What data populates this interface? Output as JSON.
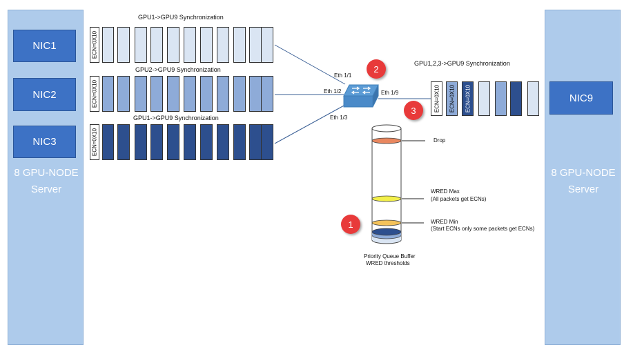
{
  "servers": {
    "left_label": "8 GPU-NODE Server",
    "right_label": "8 GPU-NODE Server"
  },
  "nics": {
    "nic1": "NIC1",
    "nic2": "NIC2",
    "nic3": "NIC3",
    "nic9": "NIC9"
  },
  "flows": [
    {
      "title": "GPU1->GPU9 Synchronization",
      "ecn": "ECN=0X10",
      "fill": "#dae5f3"
    },
    {
      "title": "GPU2->GPU9 Synchronization",
      "ecn": "ECN=0X10",
      "fill": "#8eabd8"
    },
    {
      "title": "GPU1->GPU9 Synchronization",
      "ecn": "ECN=0X10",
      "fill": "#2d4f8e"
    }
  ],
  "output": {
    "title": "GPU1,2,3->GPU9 Synchronization",
    "ecn": "ECN=0X10"
  },
  "ports": {
    "p1": "Eth 1/1",
    "p2": "Eth 1/2",
    "p3": "Eth 1/3",
    "p9": "Eth 1/9"
  },
  "buffer": {
    "drop": "Drop",
    "wred_max": "WRED Max",
    "wred_max_sub": "(All packets get  ECNs)",
    "wred_min": "WRED Min",
    "wred_min_sub": "(Start ECNs only some packets get ECNs)",
    "caption_1": "Priority Queue Buffer",
    "caption_2": "WRED thresholds"
  },
  "badges": {
    "b1": "1",
    "b2": "2",
    "b3": "3"
  },
  "colors": {
    "server_bg": "#aecbeb",
    "nic_bg": "#3d72c5",
    "light_packet": "#dae5f3",
    "mid_packet": "#8eabd8",
    "dark_packet": "#2d4f8e",
    "badge": "#e83a3a",
    "drop_band": "#e9875f",
    "wred_max_band": "#f3f04a",
    "wred_min_band": "#f4c25a"
  }
}
